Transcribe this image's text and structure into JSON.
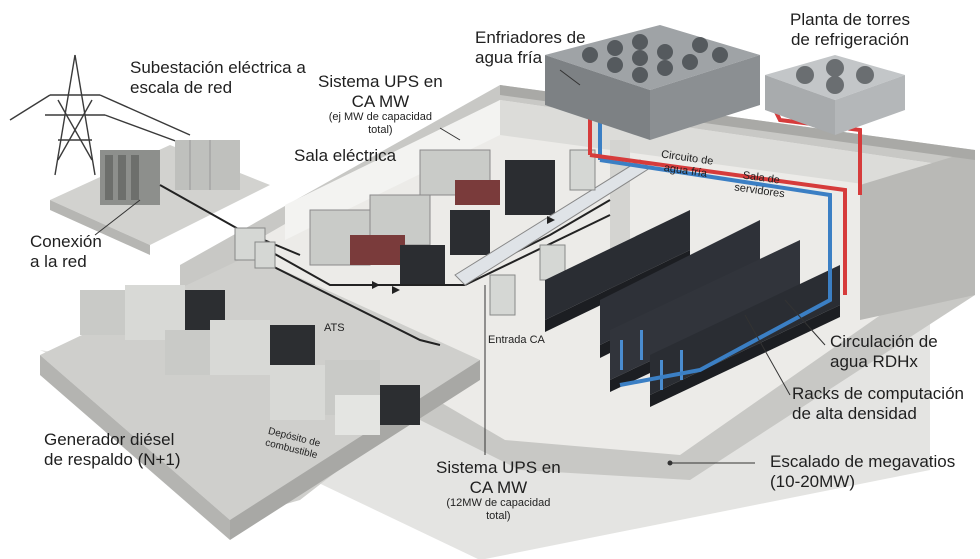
{
  "labels": {
    "substation": [
      "Subestación eléctrica a",
      "escala de red"
    ],
    "ups_top": [
      "Sistema UPS en",
      "CA MW"
    ],
    "ups_top_note": [
      "(ej MW de capacidad",
      "total)"
    ],
    "electrical_room": "Sala eléctrica",
    "chillers": [
      "Enfriadores de",
      "agua fría"
    ],
    "cooling_towers": [
      "Planta de torres",
      "de refrigeración"
    ],
    "cold_water_circuit": [
      "Circuito de",
      "agua fría"
    ],
    "server_room": [
      "Sala de",
      "servidores"
    ],
    "grid_connection": [
      "Conexión",
      "a la red"
    ],
    "ats": "ATS",
    "ac_input": "Entrada CA",
    "rdhx": [
      "Circulación de",
      "agua RDHx"
    ],
    "racks": [
      "Racks de computación",
      "de alta densidad"
    ],
    "generator": [
      "Generador diésel",
      "de respaldo (N+1)"
    ],
    "fuel_tank": [
      "Depósito de",
      "combustible"
    ],
    "ups_bottom": [
      "Sistema UPS en",
      "CA MW"
    ],
    "ups_bottom_note": [
      "(12MW de capacidad",
      "total)"
    ],
    "scaling": [
      "Escalado de megavatios",
      "(10-20MW)"
    ]
  },
  "colors": {
    "building": "#d9d9d7",
    "floor": "#ecebe8",
    "wall": "#c9c9c6",
    "rack": "#2a2d33",
    "cold_pipe": "#3b7fc4",
    "hot_pipe": "#d63b3b",
    "cable": "#222222"
  }
}
